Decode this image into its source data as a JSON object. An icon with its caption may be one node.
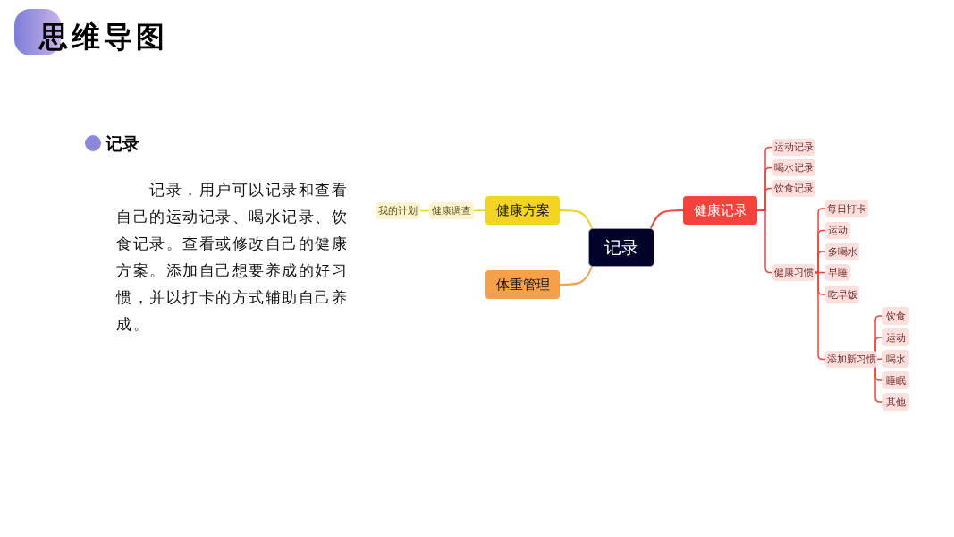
{
  "diagram": {
    "title": "思维导图",
    "nodes": [
      {
        "text": [
          "记录"
        ]
      },
      {
        "text": [
          "健康方案"
        ]
      },
      {
        "text": [
          "健康调查"
        ]
      },
      {
        "text": [
          "我的计划"
        ]
      },
      {
        "text": [
          "体重管理"
        ]
      },
      {
        "text": [
          "健康记录"
        ]
      },
      {
        "text": [
          "运动记录"
        ]
      },
      {
        "text": [
          "喝水记录"
        ]
      },
      {
        "text": [
          "饮食记录"
        ]
      },
      {
        "text": [
          "健康习惯"
        ]
      },
      {
        "text": [
          "每日打卡"
        ]
      },
      {
        "text": [
          "运动"
        ]
      },
      {
        "text": [
          "多喝水"
        ]
      },
      {
        "text": [
          "早睡"
        ]
      },
      {
        "text": [
          "吃早饭"
        ]
      },
      {
        "text": [
          "添加新习惯"
        ]
      },
      {
        "text": [
          "饮食"
        ]
      },
      {
        "text": [
          "运动"
        ]
      },
      {
        "text": [
          "喝水"
        ]
      },
      {
        "text": [
          "睡眠"
        ]
      },
      {
        "text": [
          "其他"
        ]
      }
    ],
    "edges": [
      {
        "from": 0,
        "to": 1,
        "arrow": "none",
        "color": "#f2cf22"
      },
      {
        "from": 1,
        "to": 2,
        "arrow": "none",
        "color": "#f2cf22"
      },
      {
        "from": 2,
        "to": 3,
        "arrow": "none",
        "color": "#f2cf22"
      },
      {
        "from": 0,
        "to": 4,
        "arrow": "none",
        "color": "#f5a04a"
      },
      {
        "from": 0,
        "to": 5,
        "arrow": "none"
      },
      {
        "from": 5,
        "to": 6,
        "arrow": "none"
      },
      {
        "from": 5,
        "to": 7,
        "arrow": "none"
      },
      {
        "from": 5,
        "to": 8,
        "arrow": "none"
      },
      {
        "from": 5,
        "to": 9,
        "arrow": "none"
      },
      {
        "from": 9,
        "to": 10,
        "arrow": "none"
      },
      {
        "from": 9,
        "to": 11,
        "arrow": "none"
      },
      {
        "from": 9,
        "to": 12,
        "arrow": "none"
      },
      {
        "from": 9,
        "to": 13,
        "arrow": "none"
      },
      {
        "from": 9,
        "to": 14,
        "arrow": "none"
      },
      {
        "from": 9,
        "to": 15,
        "arrow": "none"
      },
      {
        "from": 15,
        "to": 16,
        "arrow": "none"
      },
      {
        "from": 15,
        "to": 17,
        "arrow": "none"
      },
      {
        "from": 15,
        "to": 18,
        "arrow": "none"
      },
      {
        "from": 15,
        "to": 19,
        "arrow": "none"
      },
      {
        "from": 15,
        "to": 20,
        "arrow": "none"
      }
    ],
    "labels": [
      "记录",
      "记录，用户可以记录和查看自己的运动记录、喝水记录、饮食记录。查看或修改自己的健康方案。添加自己想要养成的好习惯，并以打卡的方式辅助自己养成。"
    ]
  }
}
